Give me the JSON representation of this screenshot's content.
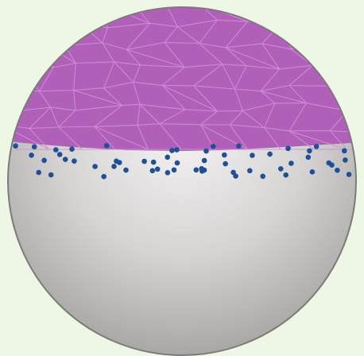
{
  "diagram": {
    "subject": "sphere",
    "regions": [
      {
        "name": "upper-cell-layer",
        "color": "#b060b8",
        "edge_color": "#d090d8"
      },
      {
        "name": "lower-yolk-region",
        "color": "#d4d1d1"
      }
    ],
    "dot_color": "#1f4f96",
    "background_color": "#eef6e6",
    "outline_color": "#7d7a7a"
  }
}
